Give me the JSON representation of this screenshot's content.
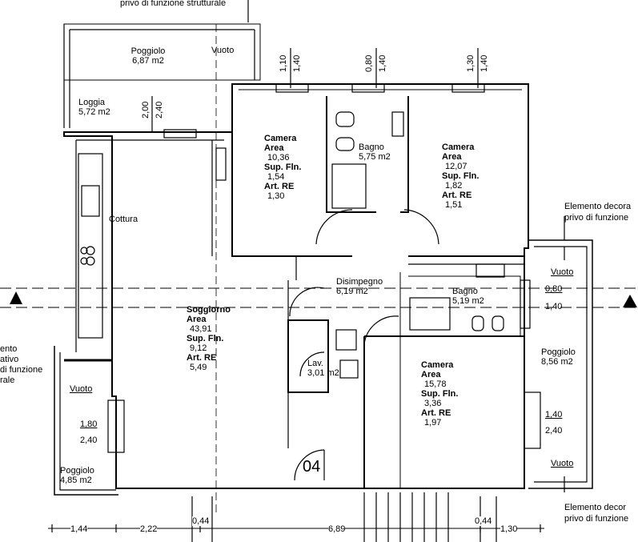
{
  "notes": {
    "top": "privo di funzione strutturale",
    "right_top_1": "Elemento decora",
    "right_top_2": "privo di funzione",
    "right_bot_1": "Elemento decor",
    "right_bot_2": "privo di funzione",
    "left_1": "ento",
    "left_2": "ativo",
    "left_3": "di funzione",
    "left_4": "rale"
  },
  "rooms": {
    "poggiolo_top": {
      "name": "Poggiolo",
      "area": "6,87 m2"
    },
    "loggia": {
      "name": "Loggia",
      "area": "5,72 m2"
    },
    "camera1": {
      "name": "Camera",
      "area_label": "Area",
      "area": "10,36",
      "sup_label": "Sup. Fln.",
      "sup": "1,54",
      "art_label": "Art. RE",
      "art": "1,30"
    },
    "bagno1": {
      "name": "Bagno",
      "area": "5,75 m2"
    },
    "camera2": {
      "name": "Camera",
      "area_label": "Area",
      "area": "12,07",
      "sup_label": "Sup. Fln.",
      "sup": "1,82",
      "art_label": "Art. RE",
      "art": "1,51"
    },
    "cottura": {
      "name": "Cottura"
    },
    "disimpegno": {
      "name": "Disimpegno",
      "area": "6,19 m2"
    },
    "bagno2": {
      "name": "Bagno",
      "area": "5,19 m2"
    },
    "soggiorno": {
      "name": "Soggiorno",
      "area_label": "Area",
      "area": "43,91",
      "sup_label": "Sup. Fln.",
      "sup": "9,12",
      "art_label": "Art. RE",
      "art": "5,49"
    },
    "lav": {
      "name": "Lav.",
      "area": "3,01 m2"
    },
    "camera3": {
      "name": "Camera",
      "area_label": "Area",
      "area": "15,78",
      "sup_label": "Sup. Fln.",
      "sup": "3,36",
      "art_label": "Art. RE",
      "art": "1,97"
    },
    "poggiolo_right": {
      "name": "Poggiolo",
      "area": "8,56 m2"
    },
    "poggiolo_left": {
      "name": "Poggiolo",
      "area": "4,85 m2"
    }
  },
  "vuoto": {
    "top": "Vuoto",
    "left": "Vuoto",
    "right_top": "Vuoto",
    "right_bot": "Vuoto"
  },
  "heights": {
    "loggia_a": "2,00",
    "loggia_b": "2,40",
    "cam1_a": "1,10",
    "cam1_b": "1,40",
    "bagno_a": "0,80",
    "bagno_b": "1,40",
    "cam2_a": "1,30",
    "cam2_b": "1,40",
    "right_a": "0,80",
    "right_b": "1,40",
    "left_a": "1,80",
    "left_b": "2,40",
    "rightwin_a": "1,40",
    "rightwin_b": "2,40"
  },
  "door_number": "04",
  "dimensions": [
    "1,44",
    "2,22",
    "0,44",
    "6,89",
    "0,44",
    "1,30"
  ]
}
